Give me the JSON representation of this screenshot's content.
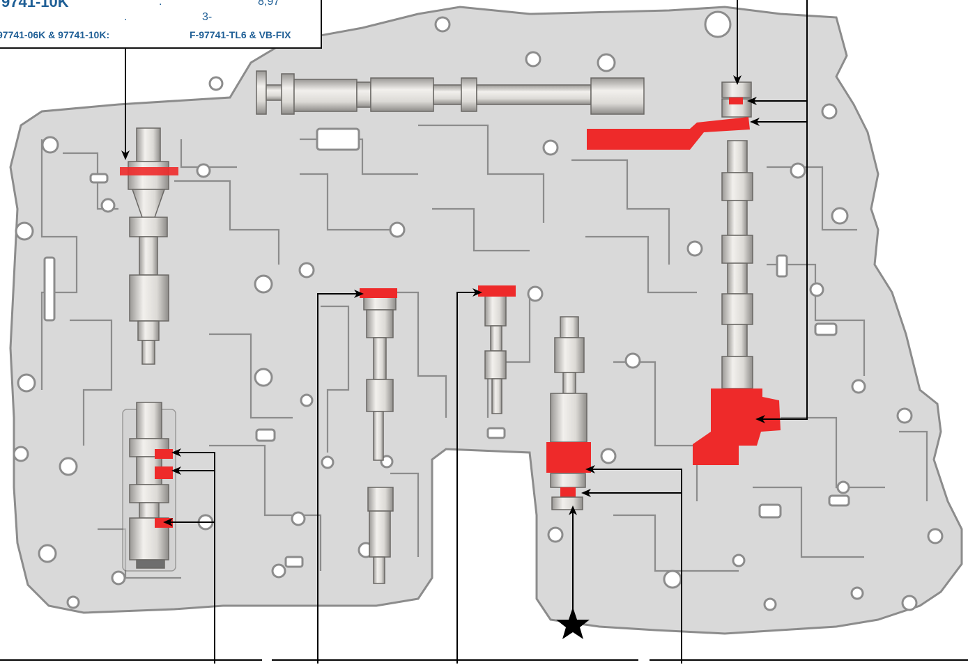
{
  "caption": {
    "title_fragment": "9741-10K",
    "value_fragment_1": ".",
    "value_fragment_2": "8,97",
    "value_fragment_3": ".",
    "value_fragment_4": "3-",
    "label_left": "97741-06K & 97741-10K:",
    "label_right": "F-97741-TL6 & VB-FIX"
  },
  "colors": {
    "plate": "#d9d9d9",
    "plate_edge": "#8c8c8c",
    "channel": "#c6c6c6",
    "highlight": "#ee2a2a",
    "valve": "#e6e4e1",
    "leader": "#000000",
    "caption_text": "#1f5f96"
  },
  "icons": {
    "marker": "star-marker-icon"
  }
}
